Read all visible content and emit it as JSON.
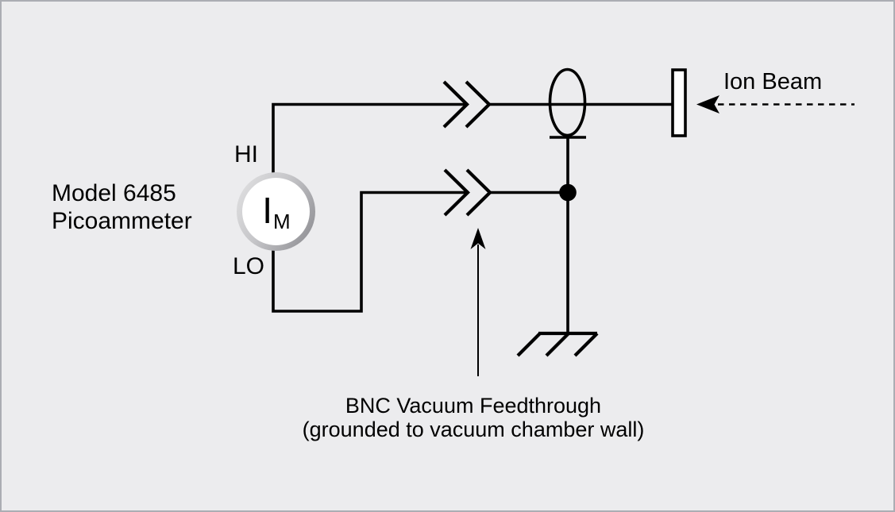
{
  "canvas": {
    "background": "#ececee",
    "border_color": "#abadb3",
    "ink_color": "#000000",
    "plate_fill": "#ffffff",
    "meter_ring_light": "#e3e3e4",
    "meter_ring_dark": "#88888d"
  },
  "device": {
    "name_line1": "Model 6485",
    "name_line2": "Picoammeter",
    "terminal_hi": "HI",
    "terminal_lo": "LO",
    "meter_symbol": "I",
    "meter_symbol_sub": "M"
  },
  "beam": {
    "label": "Ion Beam"
  },
  "feedthrough": {
    "caption_line1": "BNC Vacuum Feedthrough",
    "caption_line2": "(grounded to vacuum chamber wall)"
  },
  "icons": [
    "ammeter-circle-icon",
    "bnc-connector-chevrons-icon",
    "shield-ellipse-icon",
    "collector-plate-icon",
    "ion-beam-dashed-arrow-icon",
    "chassis-ground-icon",
    "junction-dot-icon",
    "callout-arrow-icon"
  ]
}
